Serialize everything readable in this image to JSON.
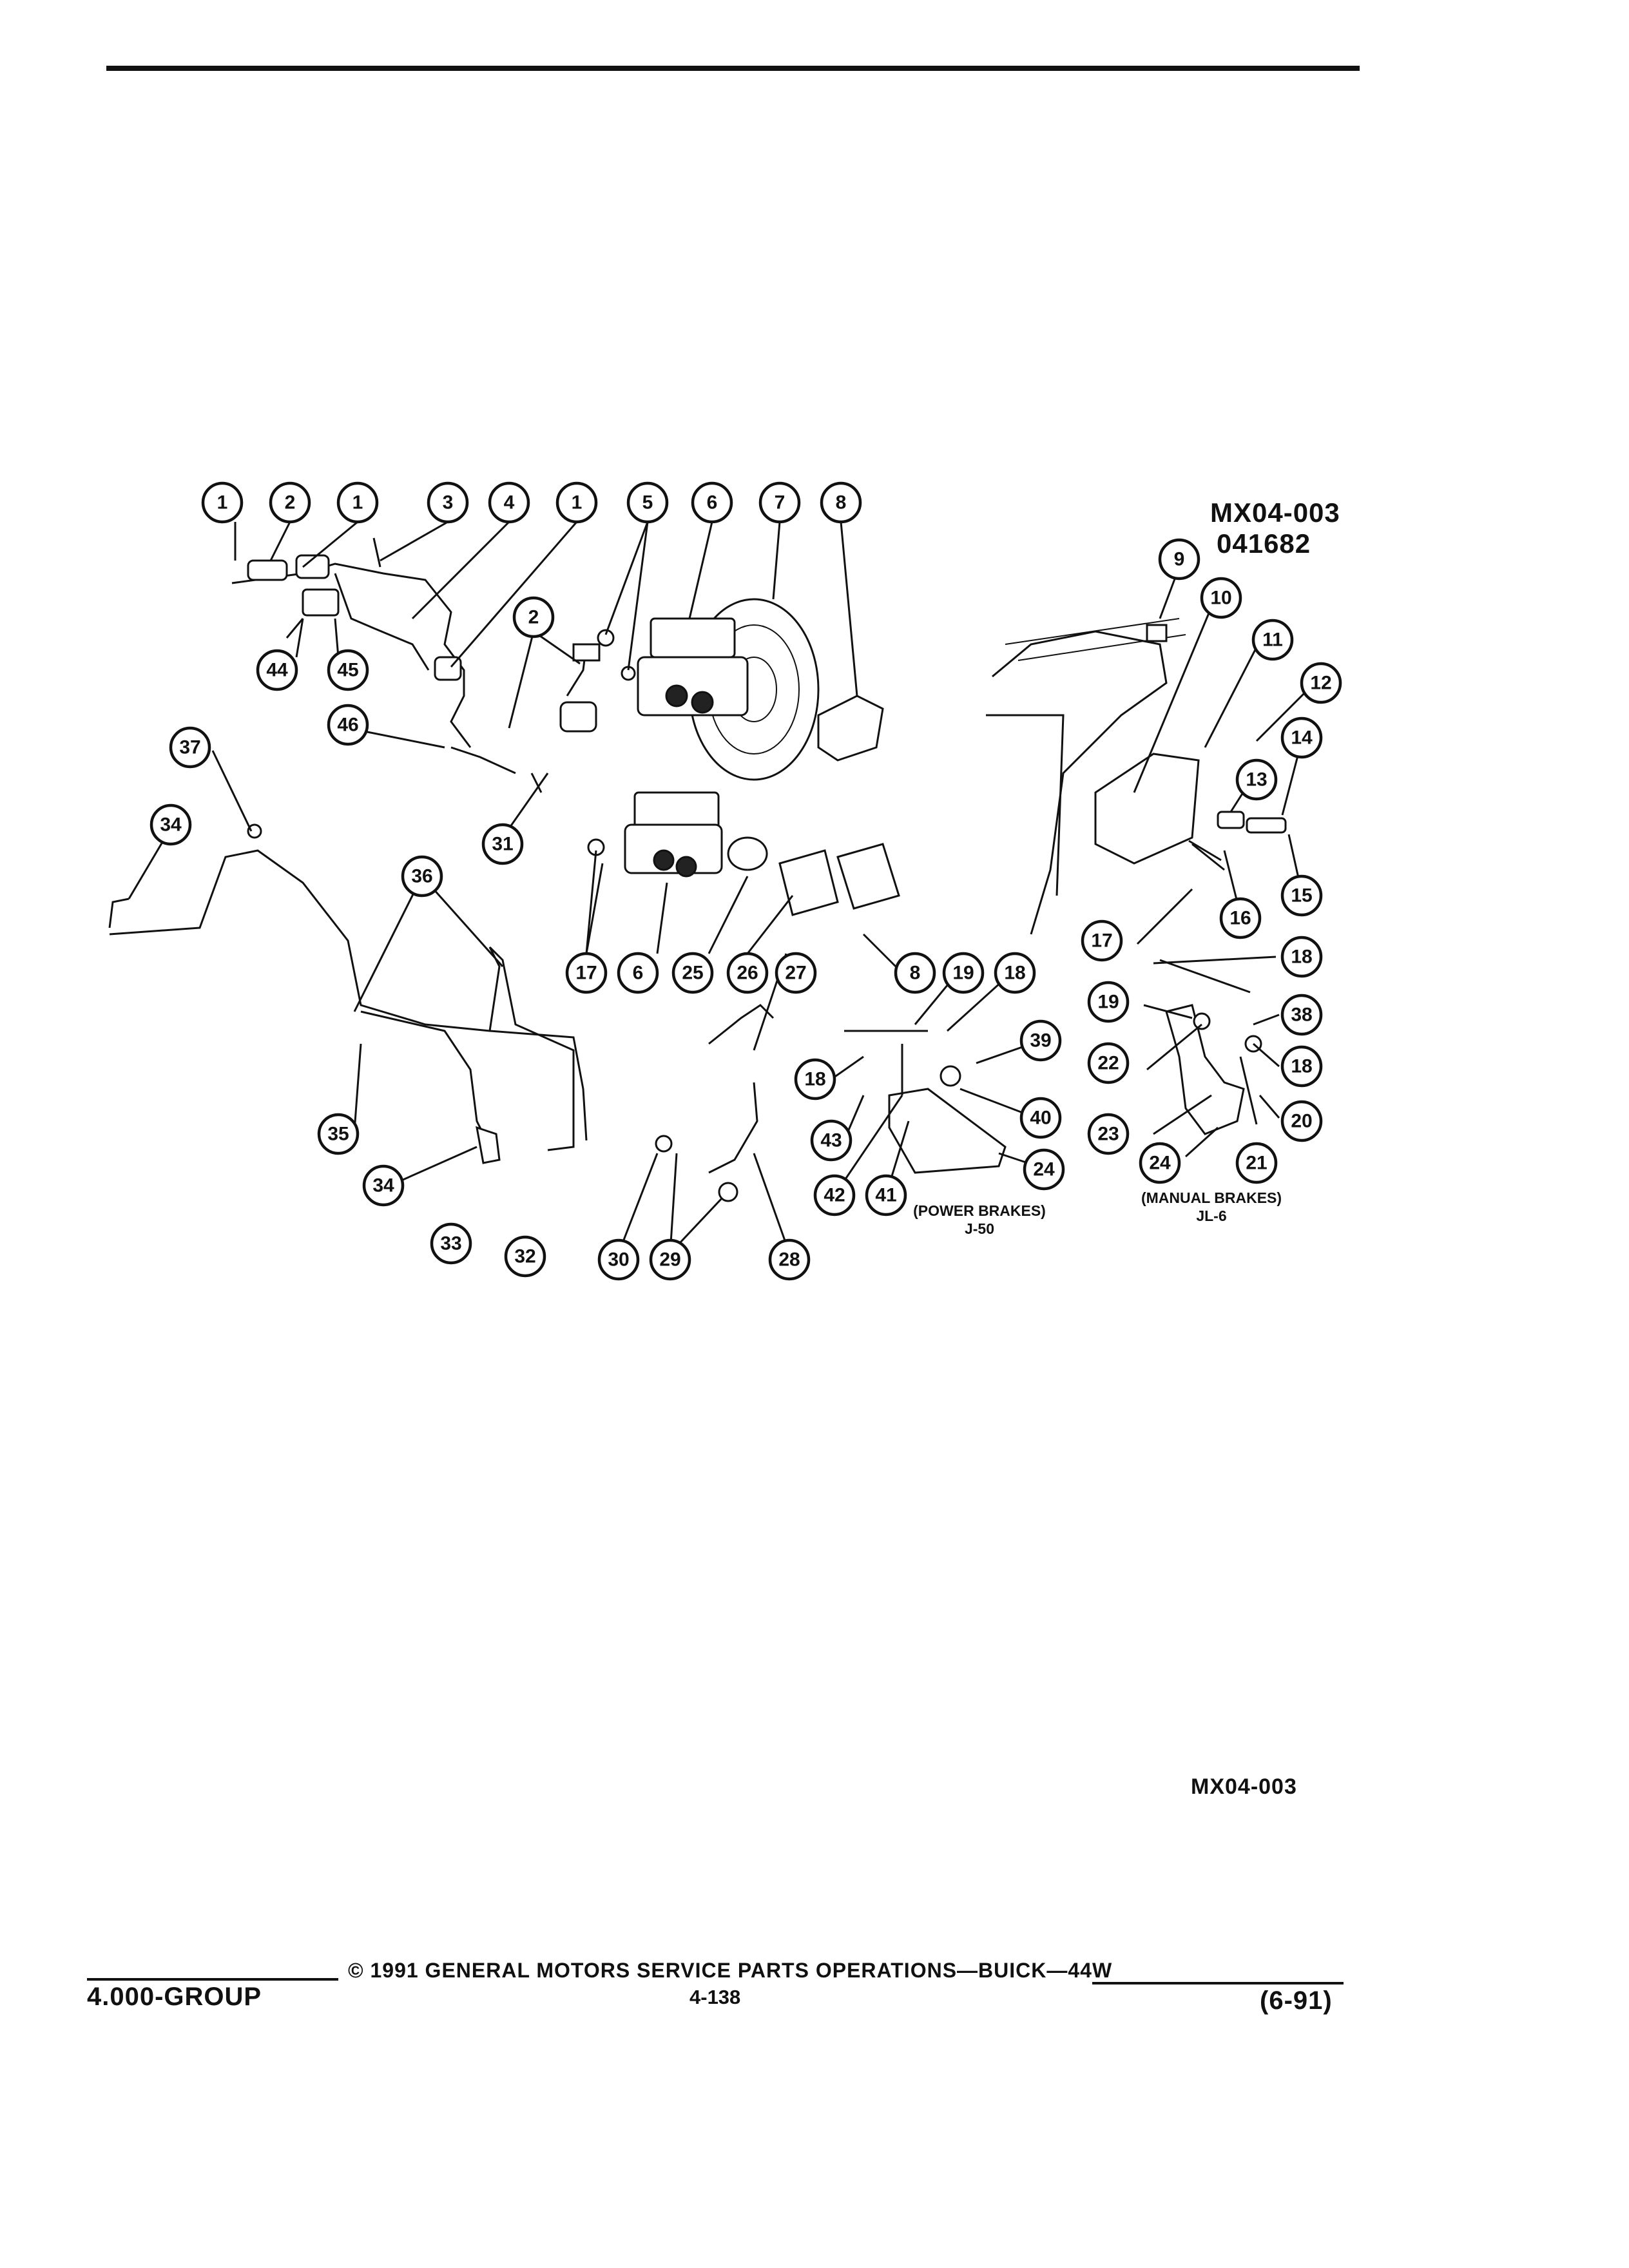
{
  "header": {
    "figure_id": "MX04-003",
    "figure_date": "041682"
  },
  "diagram": {
    "callout_numbers": [
      "1",
      "2",
      "3",
      "4",
      "5",
      "6",
      "7",
      "8",
      "9",
      "10",
      "11",
      "12",
      "13",
      "14",
      "15",
      "16",
      "17",
      "18",
      "19",
      "20",
      "21",
      "22",
      "23",
      "24",
      "25",
      "26",
      "27",
      "28",
      "29",
      "30",
      "31",
      "32",
      "33",
      "34",
      "35",
      "36",
      "37",
      "38",
      "39",
      "40",
      "41",
      "42",
      "43",
      "44",
      "45",
      "46"
    ],
    "captions": {
      "power_brakes": "(POWER BRAKES)",
      "power_brakes_code": "J-50",
      "manual_brakes": "(MANUAL BRAKES)",
      "manual_brakes_code": "JL-6"
    }
  },
  "reference_code": "MX04-003",
  "footer": {
    "copyright": "© 1991  GENERAL MOTORS SERVICE PARTS OPERATIONS—BUICK—44W",
    "group": "4.000-GROUP",
    "page": "4-138",
    "date": "(6-91)"
  }
}
